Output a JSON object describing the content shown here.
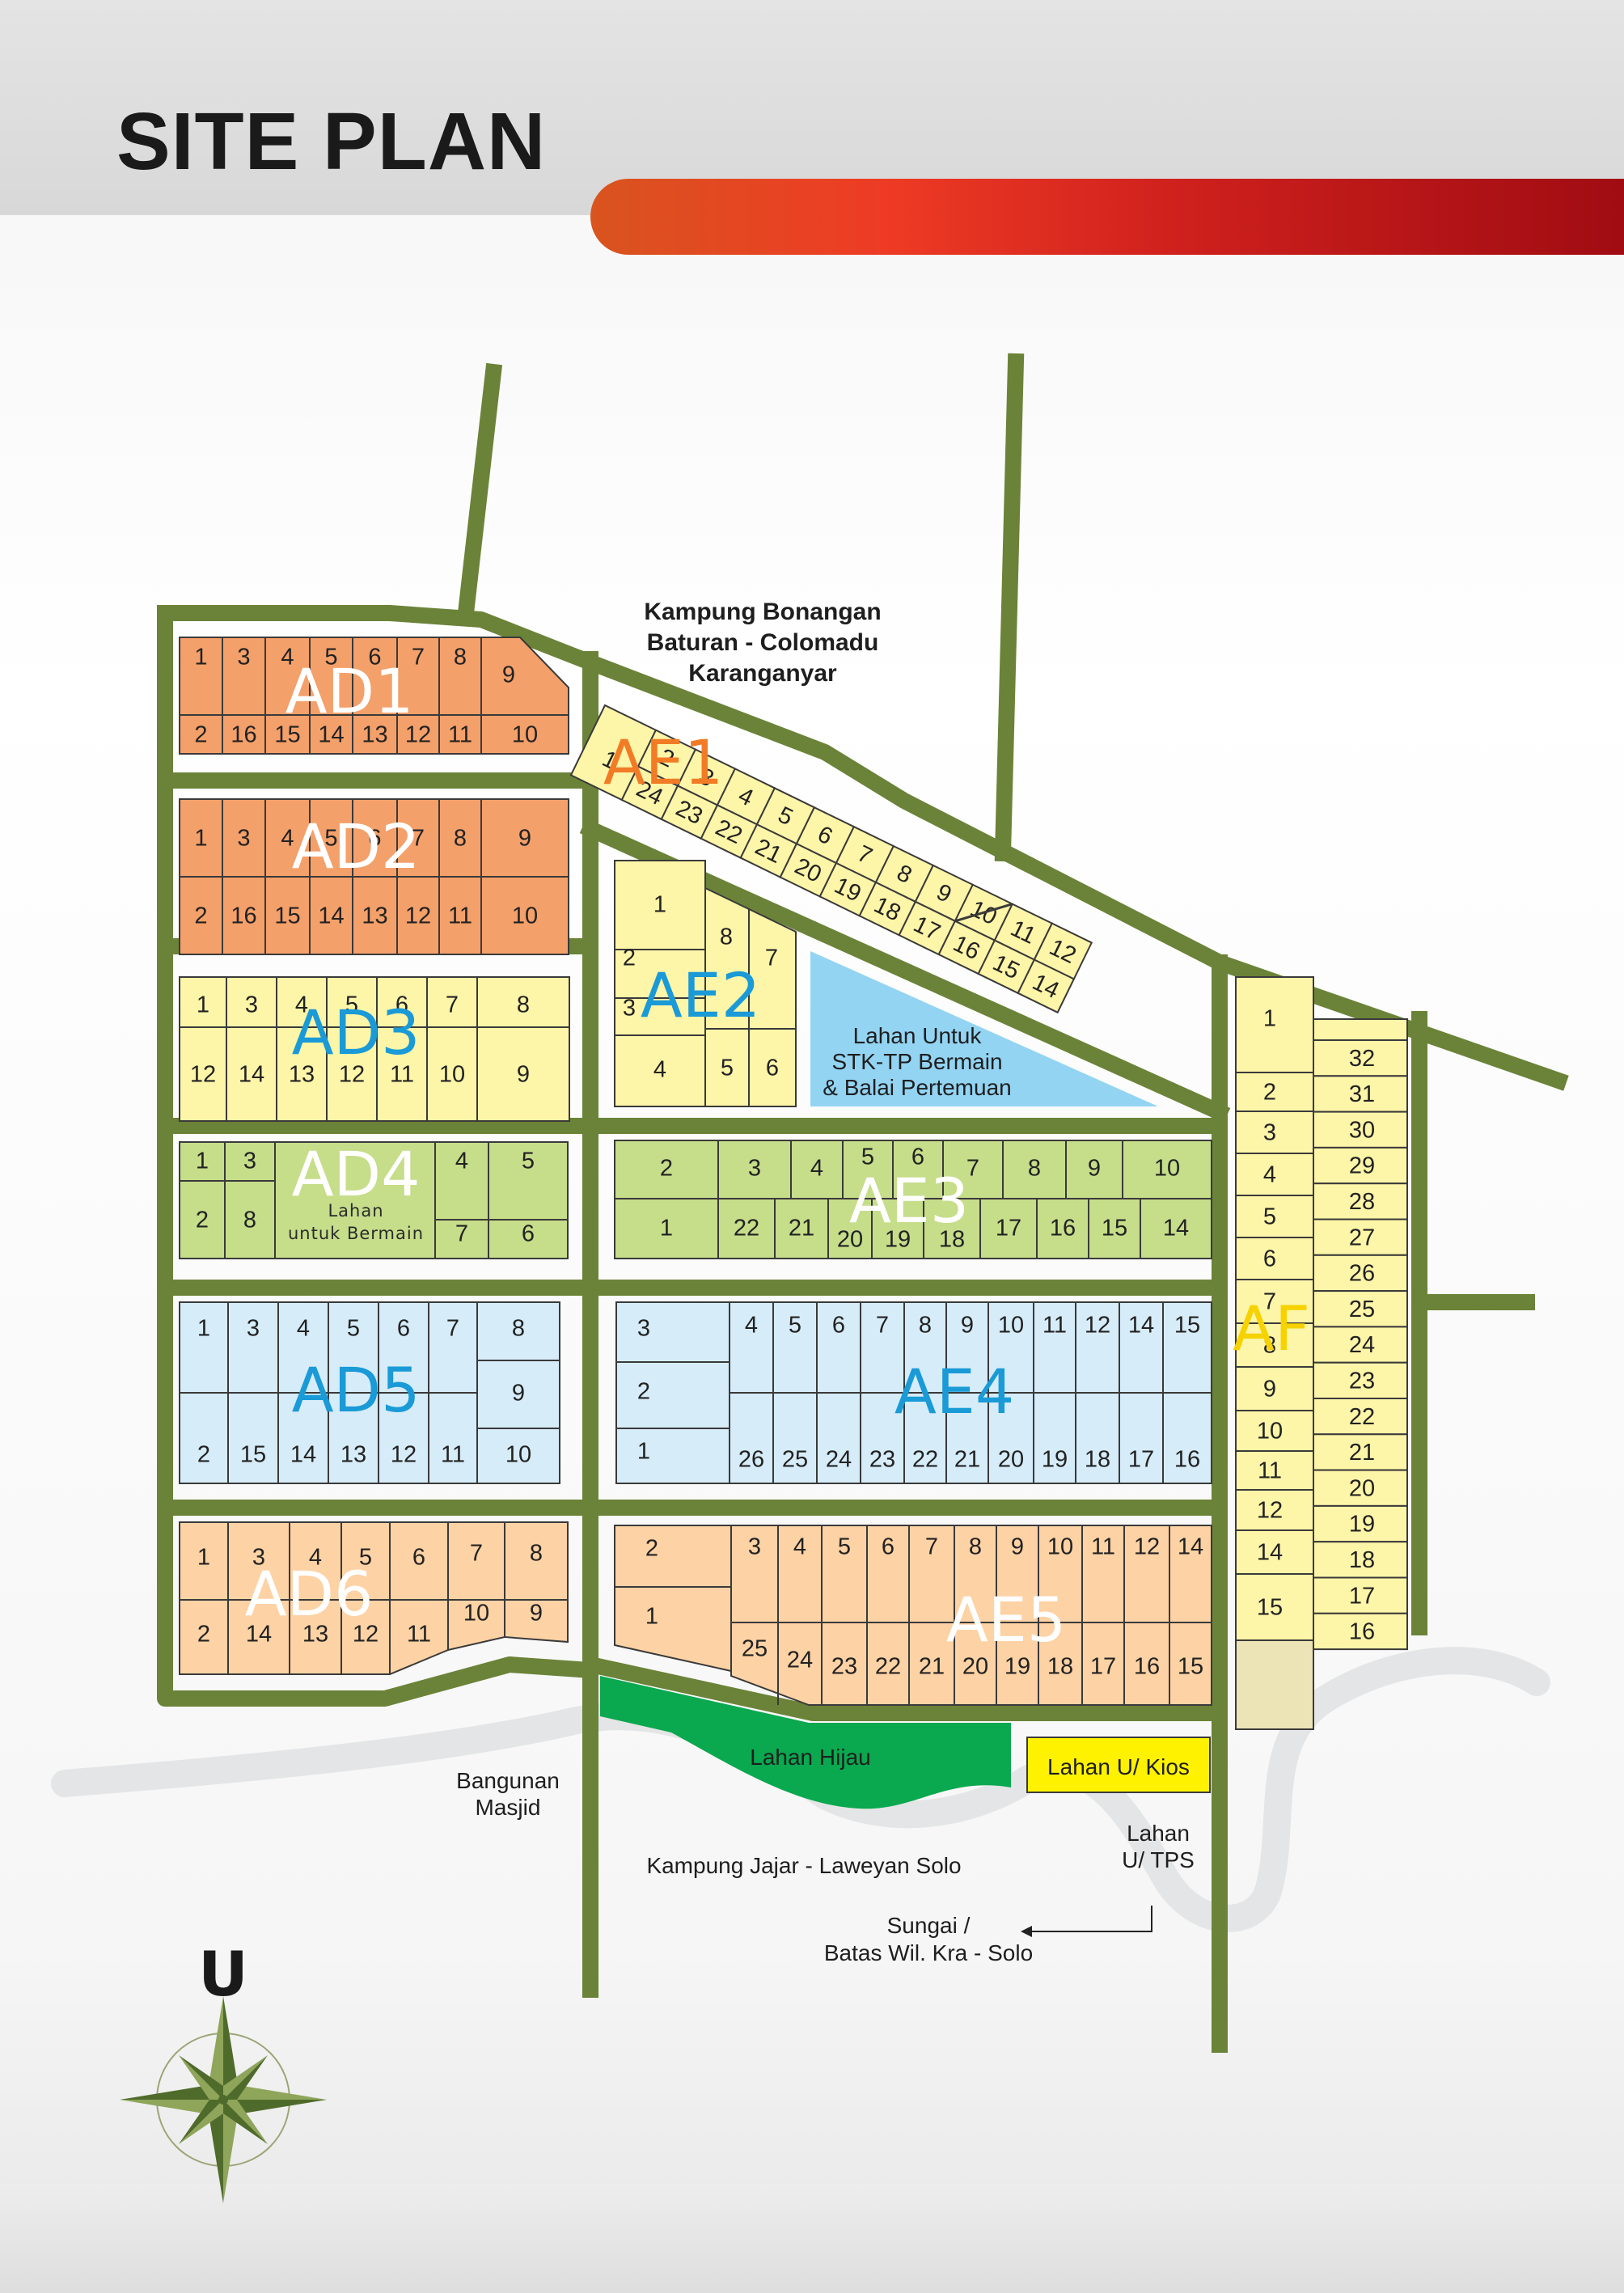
{
  "title": "SITE PLAN",
  "colors": {
    "road": "#6b8338",
    "orange_lot": "#f4a06a",
    "peach_lot": "#fdd2a4",
    "yellow_lot": "#fdf5a8",
    "green_lot": "#c6dd8a",
    "blue_lot": "#d6ecf8",
    "play_area": "#93d4f3",
    "green_space": "#0aa84f",
    "kiosk": "#fff200",
    "river": "#e3e5e6",
    "label_white": "#ffffff",
    "label_blue": "#1a9ad6",
    "label_orange": "#f27b26",
    "label_yellow": "#f5d200"
  },
  "block_labels": {
    "ad1": "AD1",
    "ad2": "AD2",
    "ad3": "AD3",
    "ad4": "AD4",
    "ad5": "AD5",
    "ad6": "AD6",
    "ae1": "AE1",
    "ae2": "AE2",
    "ae3": "AE3",
    "ae4": "AE4",
    "ae5": "AE5",
    "af": "AF"
  },
  "lots": {
    "ad1": {
      "top": [
        "1",
        "3",
        "4",
        "5",
        "6",
        "7",
        "8",
        "9"
      ],
      "bottom": [
        "2",
        "16",
        "15",
        "14",
        "13",
        "12",
        "11",
        "10"
      ]
    },
    "ad2": {
      "top": [
        "1",
        "3",
        "4",
        "5",
        "6",
        "7",
        "8",
        "9"
      ],
      "bottom": [
        "2",
        "16",
        "15",
        "14",
        "13",
        "12",
        "11",
        "10"
      ]
    },
    "ad3": {
      "top": [
        "1",
        "3",
        "4",
        "5",
        "6",
        "7",
        "8"
      ],
      "bottom": [
        "12",
        "14",
        "13",
        "12",
        "11",
        "10",
        "9"
      ]
    },
    "ad4": {
      "top": [
        "1",
        "3",
        "4",
        "5"
      ],
      "bottom": [
        "2",
        "8",
        "7",
        "6"
      ]
    },
    "ad5": {
      "top": [
        "1",
        "3",
        "4",
        "5",
        "6",
        "7",
        "8"
      ],
      "bottom": [
        "2",
        "15",
        "14",
        "13",
        "12",
        "11",
        "10"
      ],
      "middle": [
        "9"
      ]
    },
    "ad6": {
      "top": [
        "1",
        "3",
        "4",
        "5",
        "6",
        "7",
        "8"
      ],
      "bottom": [
        "2",
        "14",
        "13",
        "12",
        "11",
        "10",
        "9"
      ]
    },
    "ae1": {
      "top": [
        "1",
        "2",
        "3",
        "4",
        "5",
        "6",
        "7",
        "8",
        "9",
        "10",
        "11",
        "12"
      ],
      "bottom": [
        "24",
        "23",
        "22",
        "21",
        "20",
        "19",
        "18",
        "17",
        "16",
        "15",
        "14"
      ]
    },
    "ae2": {
      "left": [
        "1",
        "2",
        "3",
        "4"
      ],
      "middle": [
        "8",
        "7",
        "5",
        "6"
      ]
    },
    "ae3": {
      "top": [
        "2",
        "3",
        "4",
        "5",
        "6",
        "7",
        "8",
        "9",
        "10"
      ],
      "bottom": [
        "1",
        "22",
        "21",
        "20",
        "19",
        "18",
        "17",
        "16",
        "15",
        "14"
      ]
    },
    "ae4": {
      "left": [
        "3",
        "2",
        "1"
      ],
      "top": [
        "4",
        "5",
        "6",
        "7",
        "8",
        "9",
        "10",
        "11",
        "12",
        "14",
        "15"
      ],
      "bottom": [
        "26",
        "25",
        "24",
        "23",
        "22",
        "21",
        "20",
        "19",
        "18",
        "17",
        "16"
      ]
    },
    "ae5": {
      "left": [
        "2",
        "1"
      ],
      "top": [
        "3",
        "4",
        "5",
        "6",
        "7",
        "8",
        "9",
        "10",
        "11",
        "12",
        "14"
      ],
      "bottom": [
        "25",
        "24",
        "23",
        "22",
        "21",
        "20",
        "19",
        "18",
        "17",
        "16",
        "15"
      ]
    },
    "af": {
      "left": [
        "1",
        "2",
        "3",
        "4",
        "5",
        "6",
        "7",
        "8",
        "9",
        "10",
        "11",
        "12",
        "14",
        "15"
      ],
      "right": [
        "32",
        "31",
        "30",
        "29",
        "28",
        "27",
        "26",
        "25",
        "24",
        "23",
        "22",
        "21",
        "20",
        "19",
        "18",
        "17",
        "16"
      ]
    }
  },
  "play_area_ad4": [
    "Lahan",
    "untuk Bermain"
  ],
  "play_area_ae2": [
    "Lahan Untuk",
    "STK-TP Bermain",
    "& Balai Pertemuan"
  ],
  "north_place": [
    "Kampung Bonangan",
    "Baturan - Colomadu",
    "Karanganyar"
  ],
  "green_space": "Lahan Hijau",
  "kiosk": "Lahan U/ Kios",
  "mosque": [
    "Bangunan",
    "Masjid"
  ],
  "south_place": "Kampung Jajar - Laweyan Solo",
  "tps": [
    "Lahan",
    "U/ TPS"
  ],
  "river_label": [
    "Sungai /",
    "Batas Wil. Kra - Solo"
  ],
  "compass_letter": "U"
}
